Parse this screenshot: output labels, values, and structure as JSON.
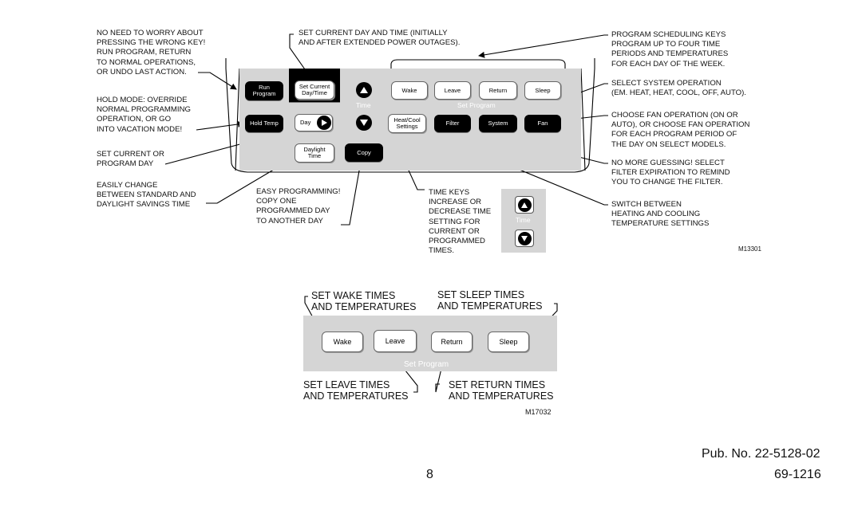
{
  "callouts": {
    "no_need": "NO NEED TO WORRY ABOUT\nPRESSING THE WRONG KEY!\nRUN PROGRAM, RETURN\nTO NORMAL OPERATIONS,\nOR UNDO LAST ACTION.",
    "hold_mode": "HOLD MODE: OVERRIDE\nNORMAL PROGRAMMING\nOPERATION, OR GO\nINTO VACATION MODE!",
    "set_current_day": "SET CURRENT OR\nPROGRAM DAY",
    "daylight": "EASILY CHANGE\nBETWEEN STANDARD AND\nDAYLIGHT SAVINGS TIME",
    "easy_programming": "EASY PROGRAMMING!\nCOPY ONE\nPROGRAMMED DAY\nTO ANOTHER DAY",
    "set_day_time": "SET CURRENT DAY AND TIME (INITIALLY\nAND AFTER EXTENDED POWER OUTAGES).",
    "time_keys": "TIME KEYS\nINCREASE OR\nDECREASE TIME\nSETTING FOR\nCURRENT OR\nPROGRAMMED\nTIMES.",
    "program_keys": "PROGRAM SCHEDULING KEYS\nPROGRAM UP TO FOUR TIME\nPERIODS AND TEMPERATURES\nFOR EACH DAY OF THE WEEK.",
    "system_select": "SELECT SYSTEM OPERATION\n(EM. HEAT, HEAT, COOL, OFF, AUTO).",
    "fan": "CHOOSE FAN OPERATION (ON OR\nAUTO), OR CHOOSE FAN OPERATION\nFOR EACH PROGRAM PERIOD OF\nTHE DAY ON SELECT MODELS.",
    "filter": "NO MORE GUESSING! SELECT\nFILTER EXPIRATION TO REMIND\nYOU TO CHANGE THE FILTER.",
    "heat_cool": "SWITCH BETWEEN\nHEATING AND COOLING\nTEMPERATURE SETTINGS"
  },
  "keypad": {
    "run_program": "Run\nProgram",
    "set_current_day_time": "Set Current\nDay/Time",
    "time_label": "Time",
    "wake": "Wake",
    "leave": "Leave",
    "return": "Return",
    "sleep": "Sleep",
    "set_program": "Set Program",
    "hold_temp": "Hold Temp",
    "day": "Day",
    "heat_cool_settings": "Heat/Cool\nSettings",
    "filter": "Filter",
    "system": "System",
    "fan": "Fan",
    "daylight_time": "Daylight\nTime",
    "copy": "Copy"
  },
  "time_detail": {
    "label": "Time"
  },
  "figure_codes": {
    "top": "M13301",
    "bottom": "M17032"
  },
  "bottom_figure": {
    "set_wake": "SET WAKE TIMES\nAND TEMPERATURES",
    "set_sleep": "SET SLEEP TIMES\nAND TEMPERATURES",
    "set_leave": "SET LEAVE TIMES\nAND TEMPERATURES",
    "set_return": "SET RETURN TIMES\nAND TEMPERATURES",
    "wake": "Wake",
    "leave": "Leave",
    "return": "Return",
    "sleep": "Sleep",
    "set_program": "Set Program"
  },
  "footer": {
    "page_number": "8",
    "pub_no": "Pub. No. 22-5128-02",
    "doc_no": "69-1216"
  }
}
